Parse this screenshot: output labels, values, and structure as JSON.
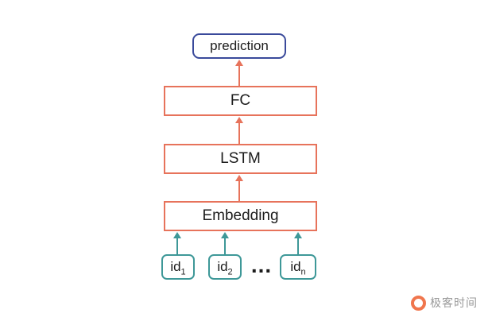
{
  "diagram": {
    "nodes": {
      "prediction": "prediction",
      "fc": "FC",
      "lstm": "LSTM",
      "embedding": "Embedding"
    },
    "inputs": [
      {
        "base": "id",
        "sub": "1"
      },
      {
        "base": "id",
        "sub": "2"
      },
      {
        "base": "id",
        "sub": "n"
      }
    ],
    "ellipsis": "...",
    "colors": {
      "orange": "#E7735B",
      "teal": "#3E9898",
      "blue": "#3A4A9B"
    }
  },
  "watermark": {
    "brand": "极客时间",
    "logo_color": "#F0764D"
  }
}
